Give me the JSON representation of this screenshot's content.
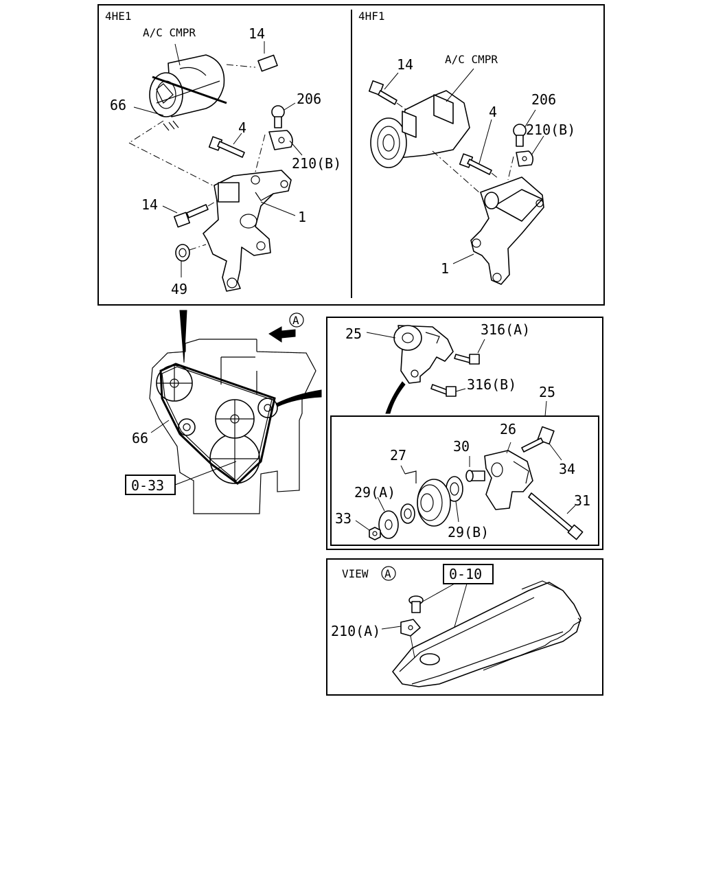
{
  "panel_4he1": {
    "engine_label": "4HE1",
    "compressor_label": "A/C CMPR",
    "callouts": [
      "14",
      "206",
      "66",
      "4",
      "210(B)",
      "14",
      "1",
      "49"
    ]
  },
  "panel_4hf1": {
    "engine_label": "4HF1",
    "compressor_label": "A/C CMPR",
    "callouts": [
      "14",
      "206",
      "4",
      "210(B)",
      "1"
    ]
  },
  "belt_layout": {
    "view_marker": "A",
    "callouts": [
      "66"
    ],
    "reference_box": "0-33"
  },
  "tensioner_panel": {
    "callouts": [
      "25",
      "316(A)",
      "316(B)",
      "25"
    ]
  },
  "tensioner_exploded": {
    "callouts": [
      "26",
      "27",
      "30",
      "34",
      "29(A)",
      "31",
      "33",
      "29(B)"
    ]
  },
  "view_a_panel": {
    "view_label": "VIEW",
    "view_marker": "A",
    "reference_box": "0-10",
    "callouts": [
      "210(A)"
    ]
  }
}
